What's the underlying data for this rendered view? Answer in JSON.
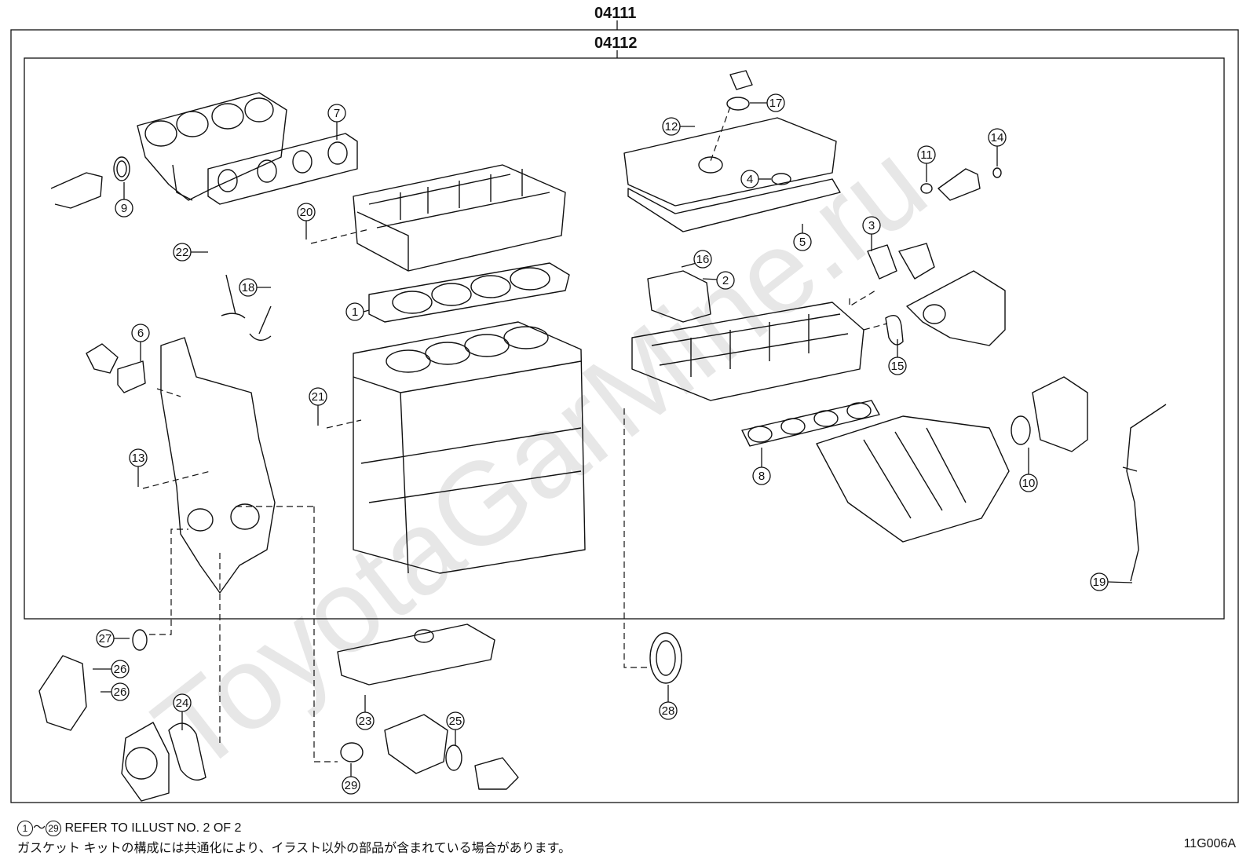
{
  "header": {
    "outer_code": "04111",
    "inner_code": "04112"
  },
  "watermark": "ToyotaGarMine.ru",
  "callouts": [
    "1",
    "2",
    "3",
    "4",
    "5",
    "6",
    "7",
    "8",
    "9",
    "10",
    "11",
    "12",
    "13",
    "14",
    "15",
    "16",
    "17",
    "18",
    "19",
    "20",
    "21",
    "22",
    "23",
    "24",
    "25",
    "26",
    "26",
    "27",
    "28",
    "29"
  ],
  "footer": {
    "range_start": "1",
    "range_sep": "～",
    "range_end": "29",
    "note": "REFER TO ILLUST NO. 2 OF 2",
    "japanese_note": "ガスケット キットの構成には共通化により、イラスト以外の部品が含まれている場合があります。",
    "figure_code": "11G006A"
  }
}
